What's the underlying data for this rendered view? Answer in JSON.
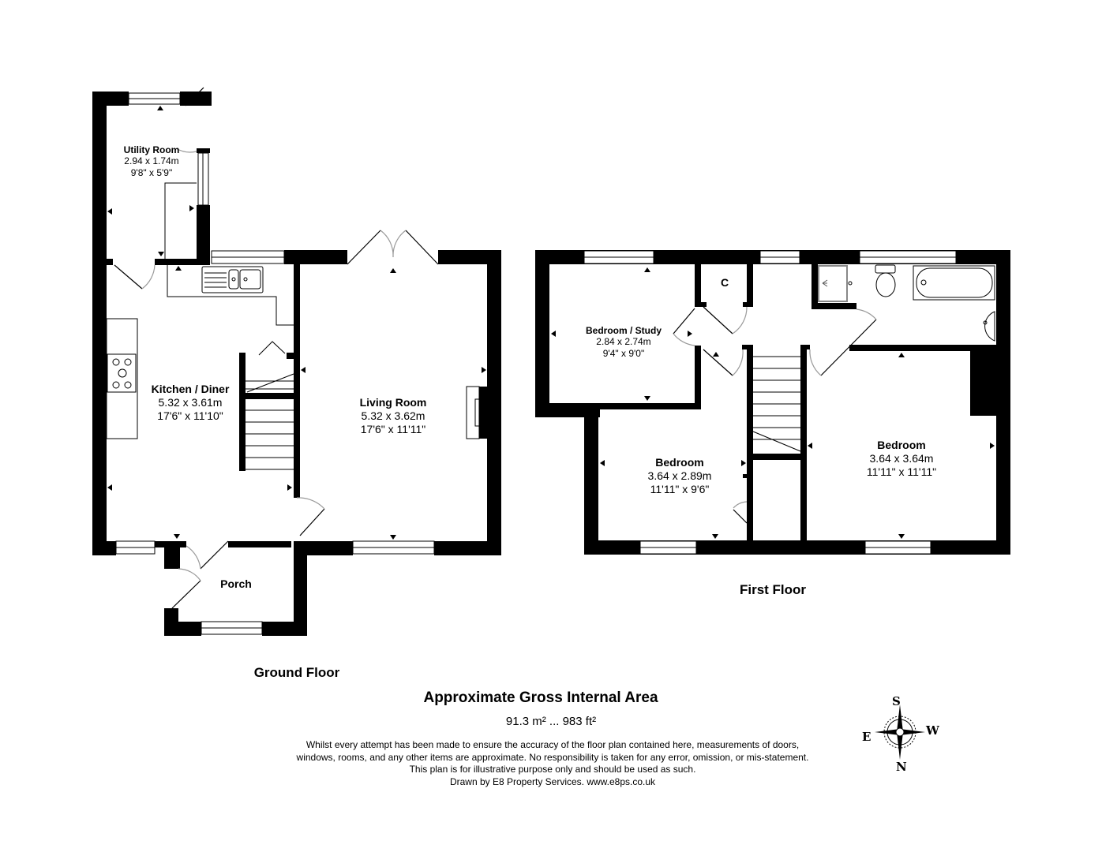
{
  "ground_floor": {
    "label": "Ground Floor",
    "rooms": [
      {
        "name": "Utility Room",
        "metric": "2.94 x 1.74m",
        "imperial": "9'8\" x 5'9\""
      },
      {
        "name": "Kitchen / Diner",
        "metric": "5.32 x 3.61m",
        "imperial": "17'6\" x 11'10\""
      },
      {
        "name": "Living Room",
        "metric": "5.32 x 3.62m",
        "imperial": "17'6\" x 11'11\""
      },
      {
        "name": "Porch"
      }
    ]
  },
  "first_floor": {
    "label": "First Floor",
    "rooms": [
      {
        "name": "Bedroom / Study",
        "metric": "2.84 x 2.74m",
        "imperial": "9'4\" x 9'0\""
      },
      {
        "name": "C"
      },
      {
        "name": "Bedroom",
        "metric": "3.64 x 2.89m",
        "imperial": "11'11\" x 9'6\""
      },
      {
        "name": "Bedroom",
        "metric": "3.64 x 3.64m",
        "imperial": "11'11\" x 11'11\""
      }
    ]
  },
  "area": {
    "title": "Approximate Gross Internal Area",
    "value": "91.3 m² ... 983 ft²"
  },
  "disclaimer": {
    "line1": "Whilst every attempt has been made to ensure the accuracy of the floor plan contained here, measurements of doors,",
    "line2": "windows, rooms, and any other items are approximate. No responsibility is taken for any error, omission, or mis-statement.",
    "line3": "This plan is for illustrative purpose only and should be used as such.",
    "line4": "Drawn by E8 Property Services. www.e8ps.co.uk"
  },
  "compass": {
    "top": "S",
    "left": "E",
    "right": "W",
    "bottom": "N"
  },
  "colors": {
    "wall": "#000000",
    "background": "#ffffff",
    "door_arc": "#9a9a9a"
  }
}
